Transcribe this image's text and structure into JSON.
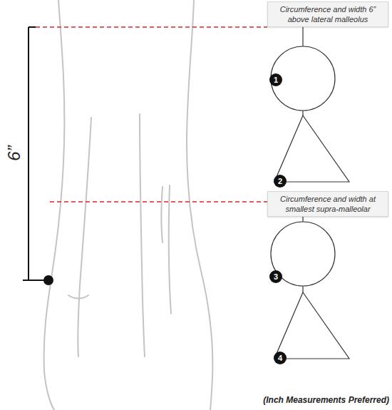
{
  "diagram": {
    "nodes": [
      {
        "text": [
          "Circumference and width 6” above lateral malleolus"
        ]
      },
      {
        "text": [
          "Circumference and width at smallest supra-malleolar"
        ]
      }
    ],
    "labels": [
      "6”",
      "1",
      "2",
      "3",
      "4",
      "(Inch Measurements Preferred)"
    ]
  }
}
